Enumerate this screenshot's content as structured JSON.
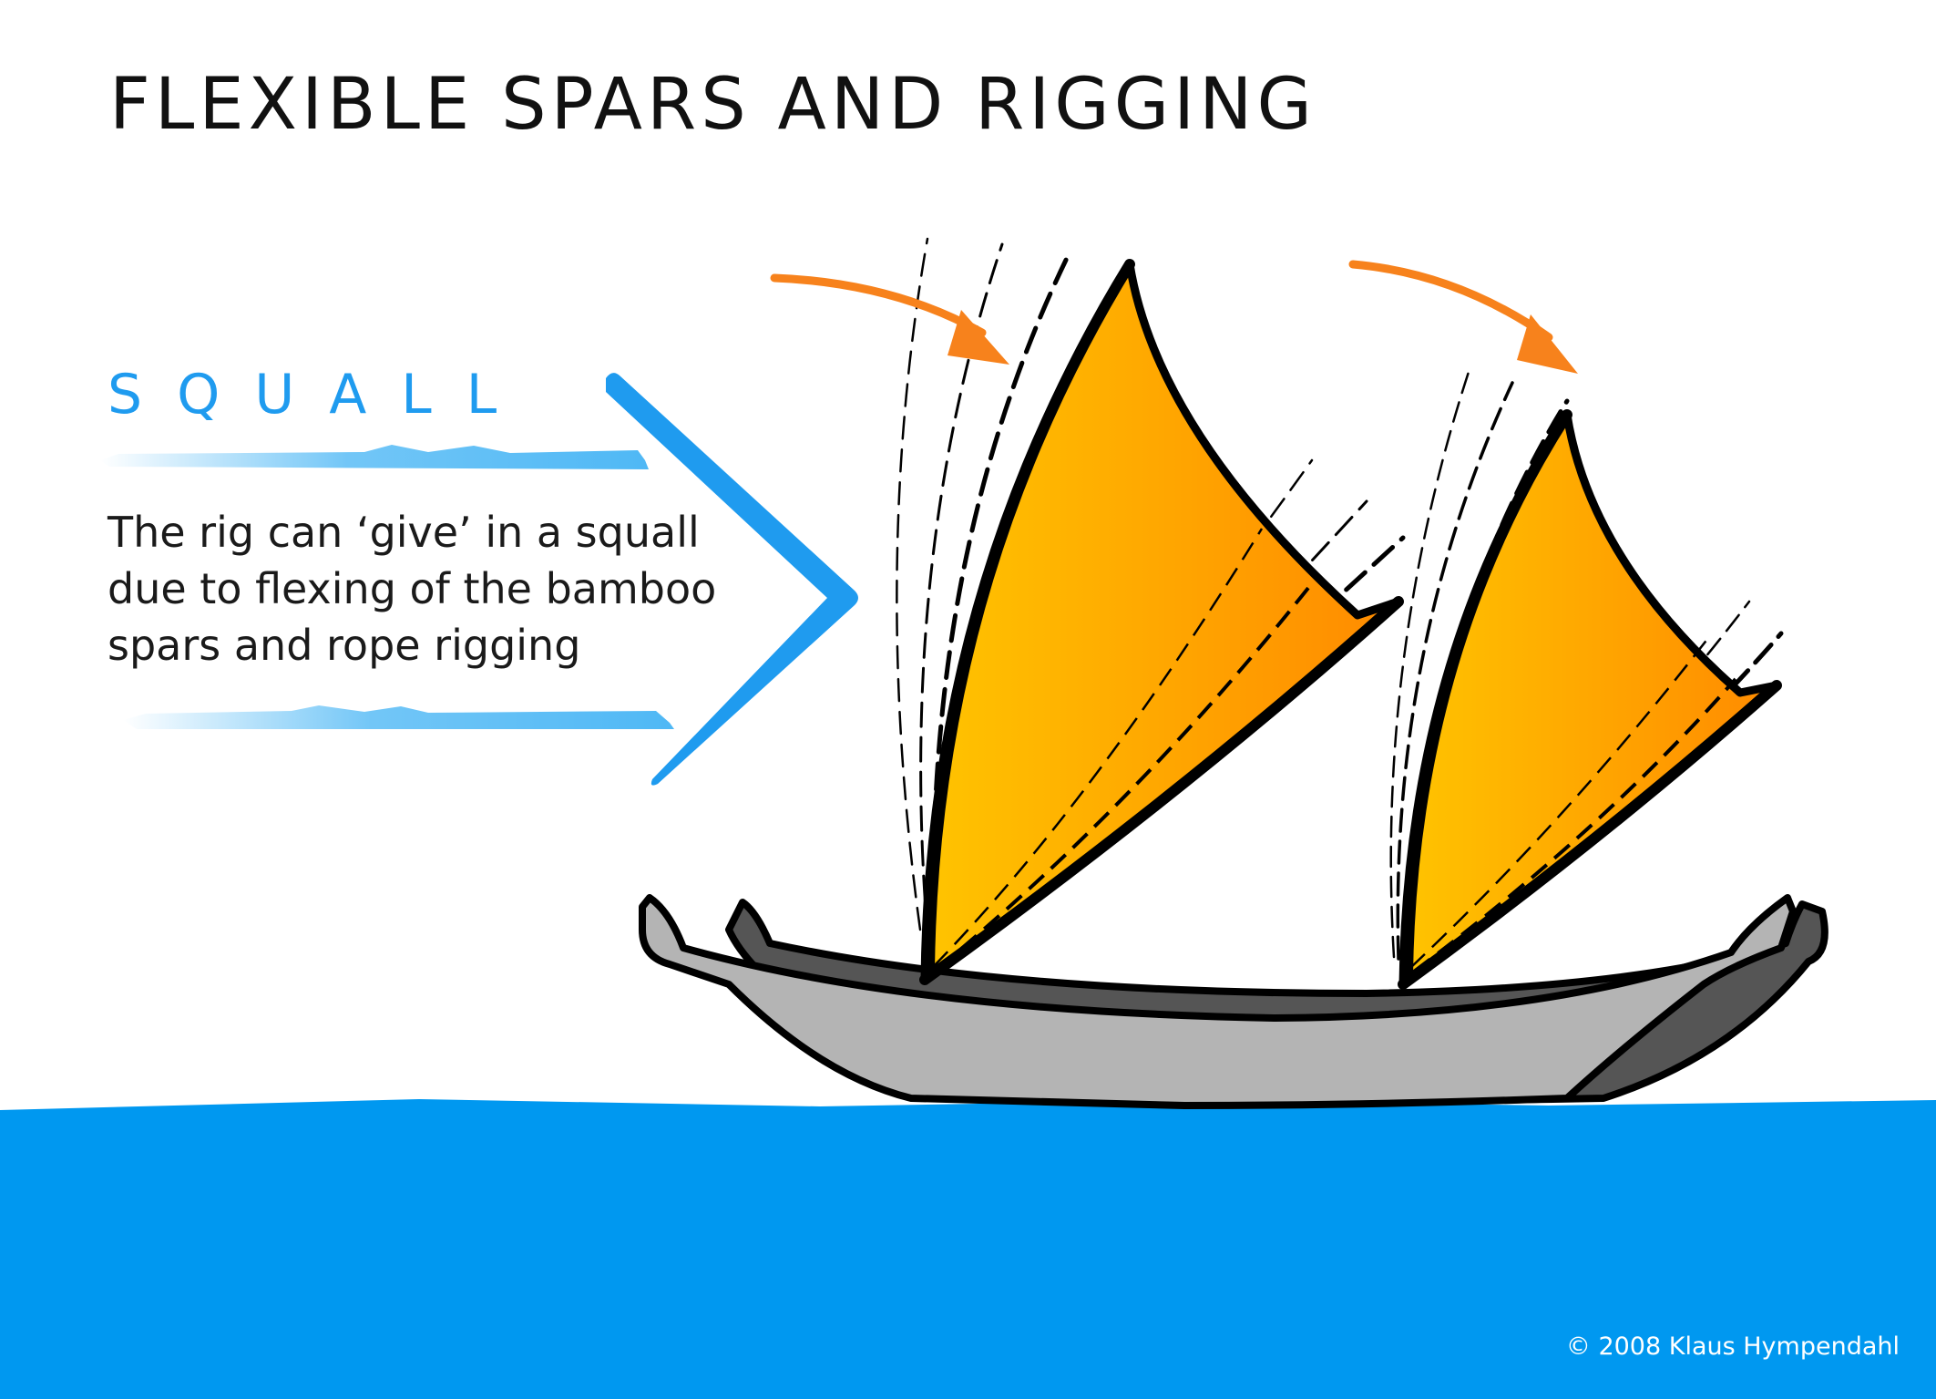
{
  "title": "FLEXIBLE SPARS AND RIGGING",
  "squall": {
    "label": "SQUALL",
    "description_lines": [
      "The rig can ‘give’ in a squall",
      "due to flexing of the bamboo",
      "spars and rope rigging"
    ]
  },
  "copyright": "© 2008 Klaus Hympendahl",
  "colors": {
    "sea": "#0098f0",
    "squall_blue": "#1f9bef",
    "sail_light": "#ffc400",
    "sail_dark": "#ff8a00",
    "arrow_orange": "#f7821c",
    "hull_light": "#b4b4b4",
    "hull_dark": "#555555",
    "outline": "#000000"
  }
}
